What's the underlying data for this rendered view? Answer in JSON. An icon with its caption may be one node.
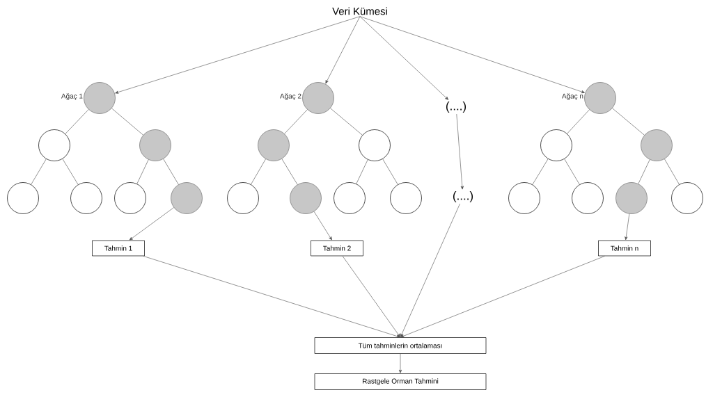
{
  "diagram": {
    "nodes": [
      {
        "text": [
          "Veri Kümesi"
        ]
      },
      {
        "text": [],
        "shape": "circle",
        "beside": [
          "Ağaç 1"
        ]
      },
      {
        "text": [],
        "shape": "circle"
      },
      {
        "text": [],
        "shape": "circle"
      },
      {
        "text": [],
        "shape": "circle"
      },
      {
        "text": [],
        "shape": "circle"
      },
      {
        "text": [],
        "shape": "circle"
      },
      {
        "text": [],
        "shape": "circle"
      },
      {
        "text": [],
        "shape": "circle",
        "beside": [
          "Ağaç 2"
        ]
      },
      {
        "text": [],
        "shape": "circle"
      },
      {
        "text": [],
        "shape": "circle"
      },
      {
        "text": [],
        "shape": "circle"
      },
      {
        "text": [],
        "shape": "circle"
      },
      {
        "text": [],
        "shape": "circle"
      },
      {
        "text": [],
        "shape": "circle"
      },
      {
        "text": [
          "(....)"
        ]
      },
      {
        "text": [],
        "shape": "circle",
        "beside": [
          "Ağaç n"
        ]
      },
      {
        "text": [],
        "shape": "circle"
      },
      {
        "text": [],
        "shape": "circle"
      },
      {
        "text": [],
        "shape": "circle"
      },
      {
        "text": [],
        "shape": "circle"
      },
      {
        "text": [],
        "shape": "circle"
      },
      {
        "text": [],
        "shape": "circle"
      },
      {
        "text": [
          "(....)"
        ]
      },
      {
        "text": [
          "Tahmin 1"
        ]
      },
      {
        "text": [
          "Tahmin 2"
        ]
      },
      {
        "text": [
          "Tahmin n"
        ]
      },
      {
        "text": [
          "Tüm tahminlerin ortalaması"
        ]
      },
      {
        "text": [
          "Rastgele Orman Tahmini"
        ]
      }
    ],
    "edges": [
      {
        "from": 0,
        "to": 1,
        "arrow": "to"
      },
      {
        "from": 0,
        "to": 8,
        "arrow": "to"
      },
      {
        "from": 0,
        "to": 15,
        "arrow": "to"
      },
      {
        "from": 0,
        "to": 16,
        "arrow": "to"
      },
      {
        "from": 1,
        "to": 2,
        "arrow": "none"
      },
      {
        "from": 1,
        "to": 3,
        "arrow": "none"
      },
      {
        "from": 2,
        "to": 4,
        "arrow": "none"
      },
      {
        "from": 2,
        "to": 5,
        "arrow": "none"
      },
      {
        "from": 3,
        "to": 6,
        "arrow": "none"
      },
      {
        "from": 3,
        "to": 7,
        "arrow": "none"
      },
      {
        "from": 8,
        "to": 9,
        "arrow": "none"
      },
      {
        "from": 8,
        "to": 10,
        "arrow": "none"
      },
      {
        "from": 9,
        "to": 11,
        "arrow": "none"
      },
      {
        "from": 9,
        "to": 12,
        "arrow": "none"
      },
      {
        "from": 10,
        "to": 13,
        "arrow": "none"
      },
      {
        "from": 10,
        "to": 14,
        "arrow": "none"
      },
      {
        "from": 16,
        "to": 17,
        "arrow": "none"
      },
      {
        "from": 16,
        "to": 18,
        "arrow": "none"
      },
      {
        "from": 17,
        "to": 19,
        "arrow": "none"
      },
      {
        "from": 17,
        "to": 20,
        "arrow": "none"
      },
      {
        "from": 18,
        "to": 21,
        "arrow": "none"
      },
      {
        "from": 18,
        "to": 22,
        "arrow": "none"
      },
      {
        "from": 15,
        "to": 23,
        "arrow": "to"
      },
      {
        "from": 7,
        "to": 24,
        "arrow": "to"
      },
      {
        "from": 12,
        "to": 25,
        "arrow": "to"
      },
      {
        "from": 21,
        "to": 26,
        "arrow": "to"
      },
      {
        "from": 24,
        "to": 27,
        "arrow": "to"
      },
      {
        "from": 25,
        "to": 27,
        "arrow": "to"
      },
      {
        "from": 23,
        "to": 27,
        "arrow": "to"
      },
      {
        "from": 26,
        "to": 27,
        "arrow": "to"
      },
      {
        "from": 27,
        "to": 28,
        "arrow": "to"
      }
    ]
  }
}
